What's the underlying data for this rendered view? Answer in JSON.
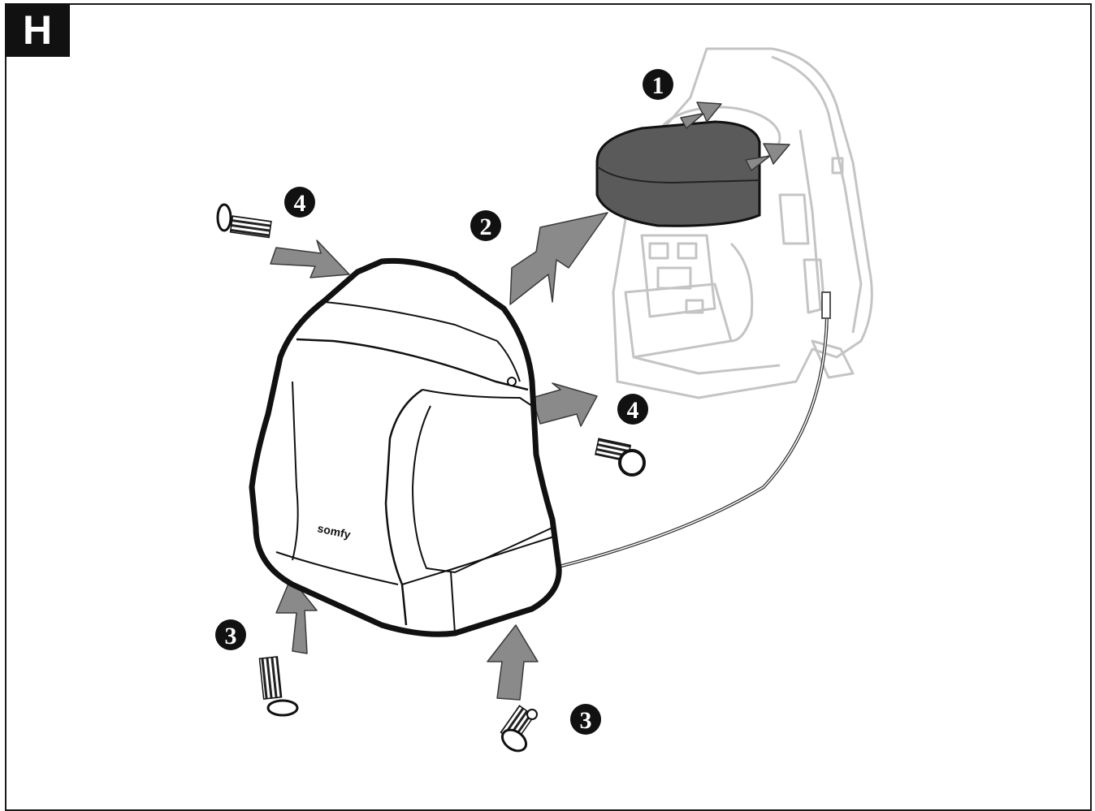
{
  "section": {
    "letter": "H"
  },
  "logo_text": "somfy",
  "colors": {
    "ink": "#111111",
    "arrow": "#8a8a8a",
    "motor_ghost": "#c8c8c8",
    "cap": "#5a5a5a",
    "background": "#ffffff"
  },
  "steps": [
    {
      "number": "1",
      "icon": "step-number-circle"
    },
    {
      "number": "2",
      "icon": "step-number-circle"
    },
    {
      "number": "4",
      "icon": "step-number-circle"
    },
    {
      "number": "4",
      "icon": "step-number-circle"
    },
    {
      "number": "3",
      "icon": "step-number-circle"
    },
    {
      "number": "3",
      "icon": "step-number-circle"
    }
  ]
}
